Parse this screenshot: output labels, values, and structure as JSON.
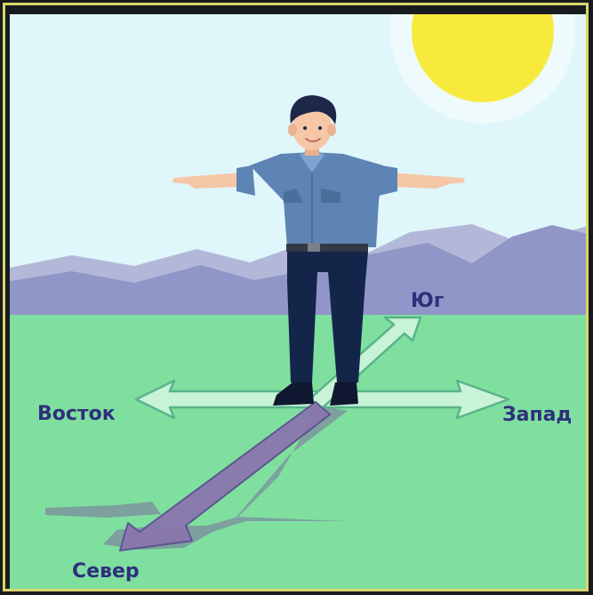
{
  "directions": {
    "south": "Юг",
    "east": "Восток",
    "west": "Запад",
    "north": "Север"
  },
  "colors": {
    "frame_border": "#d9d56a",
    "sky": "#dff6fb",
    "grass": "#7fdf9f",
    "mountains_back": "#b4b8d8",
    "mountains_front": "#9096c7",
    "sun": "#f8ea3c",
    "sun_glow": "#eefafb",
    "arrow_fill": "#c8f3d6",
    "arrow_stroke": "#5ab38a",
    "shadow": "#8a76ad",
    "shirt": "#5d84b4",
    "pants": "#14254a",
    "skin": "#f6c7a7",
    "hair": "#1d2748",
    "label_text": "#2f2f7d"
  },
  "icons": [
    "sun-icon",
    "boy-figure",
    "compass-arrows"
  ]
}
